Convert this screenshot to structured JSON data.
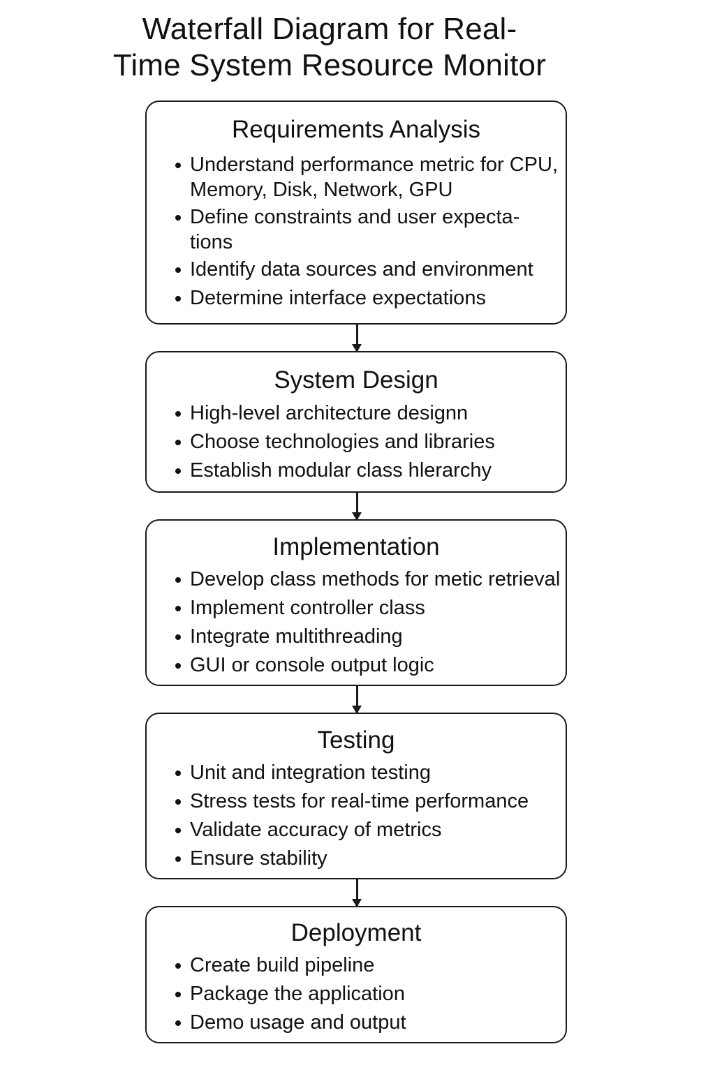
{
  "title": {
    "line1": "Waterfall Diagram for Real-",
    "line2": "Time System Resource Monitor"
  },
  "stages": [
    {
      "heading": "Requirements Analysis",
      "items": [
        "Understand performance metric for CPU, Memory, Disk, Network, GPU",
        "Define constraints and user expecta-tions",
        "Identify data sources and environment",
        "Determine interface expectations"
      ]
    },
    {
      "heading": "System Design",
      "items": [
        "High-level architecture designn",
        "Choose technologies and libraries",
        "Establish modular class hlerarchy"
      ]
    },
    {
      "heading": "Implementation",
      "items": [
        "Develop class methods for metic retrieval",
        "Implement controller class",
        "Integrate multithreading",
        "GUI or console output logic"
      ]
    },
    {
      "heading": "Testing",
      "items": [
        "Unit and integration testing",
        "Stress tests for real-time performance",
        "Validate accuracy of metrics",
        "Ensure stability"
      ]
    },
    {
      "heading": "Deployment",
      "items": [
        "Create build pipeline",
        "Package the application",
        "Demo usage and output"
      ]
    }
  ]
}
